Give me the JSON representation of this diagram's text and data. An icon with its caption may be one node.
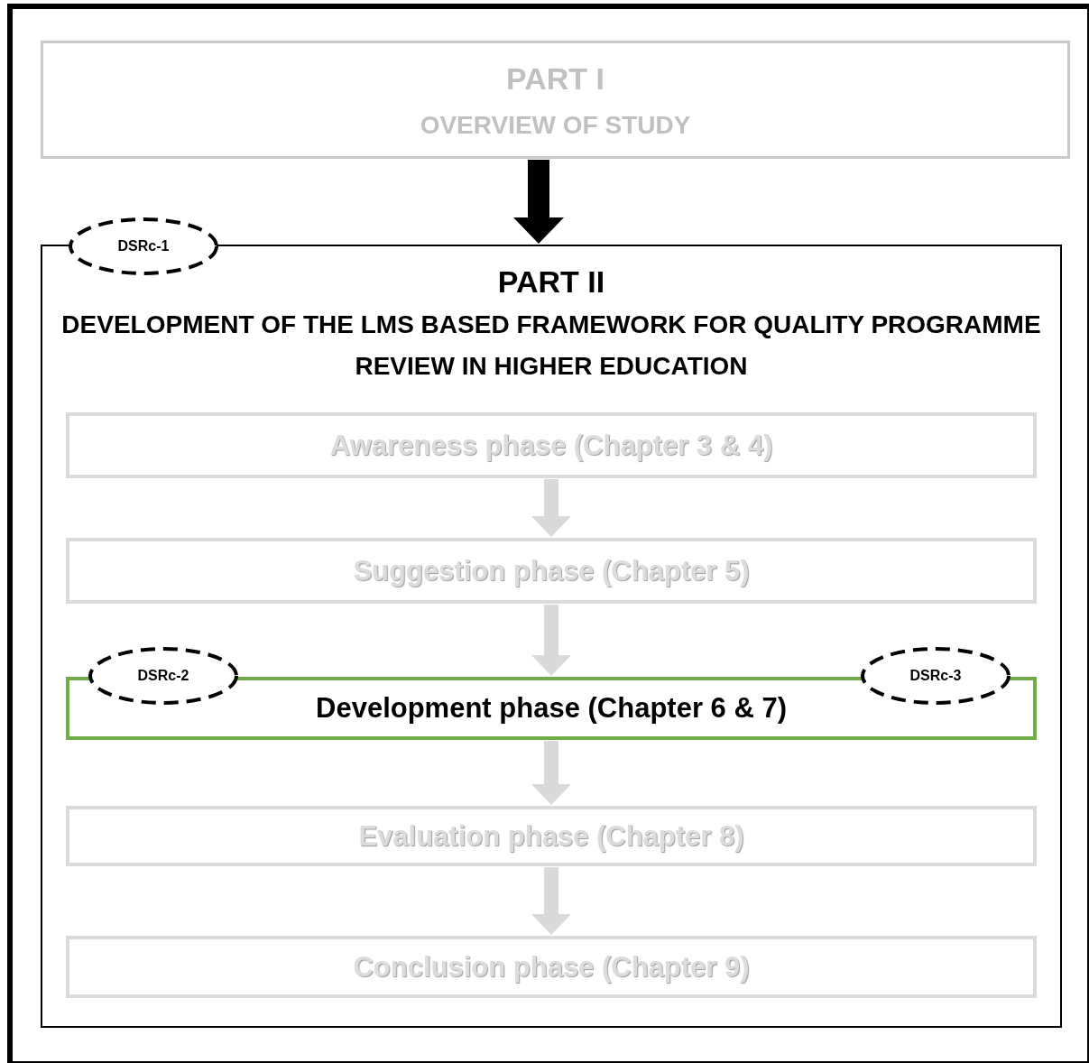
{
  "diagram": {
    "nodes": [
      {
        "text": [
          "PART I",
          "OVERVIEW OF STUDY"
        ]
      },
      {
        "text": [
          "PART II",
          "DEVELOPMENT OF THE LMS BASED FRAMEWORK FOR QUALITY PROGRAMME REVIEW IN HIGHER EDUCATION"
        ]
      },
      {
        "text": [
          "DSRc-1"
        ]
      },
      {
        "text": [
          "Awareness phase (Chapter 3 & 4)"
        ],
        "in": 1
      },
      {
        "text": [
          "Suggestion phase (Chapter 5)"
        ],
        "in": 1
      },
      {
        "text": [
          "DSRc-2"
        ],
        "in": 1
      },
      {
        "text": [
          "Development phase (Chapter 6 & 7)"
        ],
        "in": 1
      },
      {
        "text": [
          "DSRc-3"
        ],
        "in": 1
      },
      {
        "text": [
          "Evaluation phase (Chapter 8)"
        ],
        "in": 1
      },
      {
        "text": [
          "Conclusion phase (Chapter 9)"
        ],
        "in": 1
      }
    ],
    "edges": [
      {
        "from": 0,
        "to": 1,
        "arrow": "to",
        "color": "#000000"
      },
      {
        "from": 3,
        "to": 4,
        "arrow": "to"
      },
      {
        "from": 4,
        "to": 6,
        "arrow": "to"
      },
      {
        "from": 6,
        "to": 8,
        "arrow": "to"
      },
      {
        "from": 8,
        "to": 9,
        "arrow": "to"
      }
    ]
  }
}
